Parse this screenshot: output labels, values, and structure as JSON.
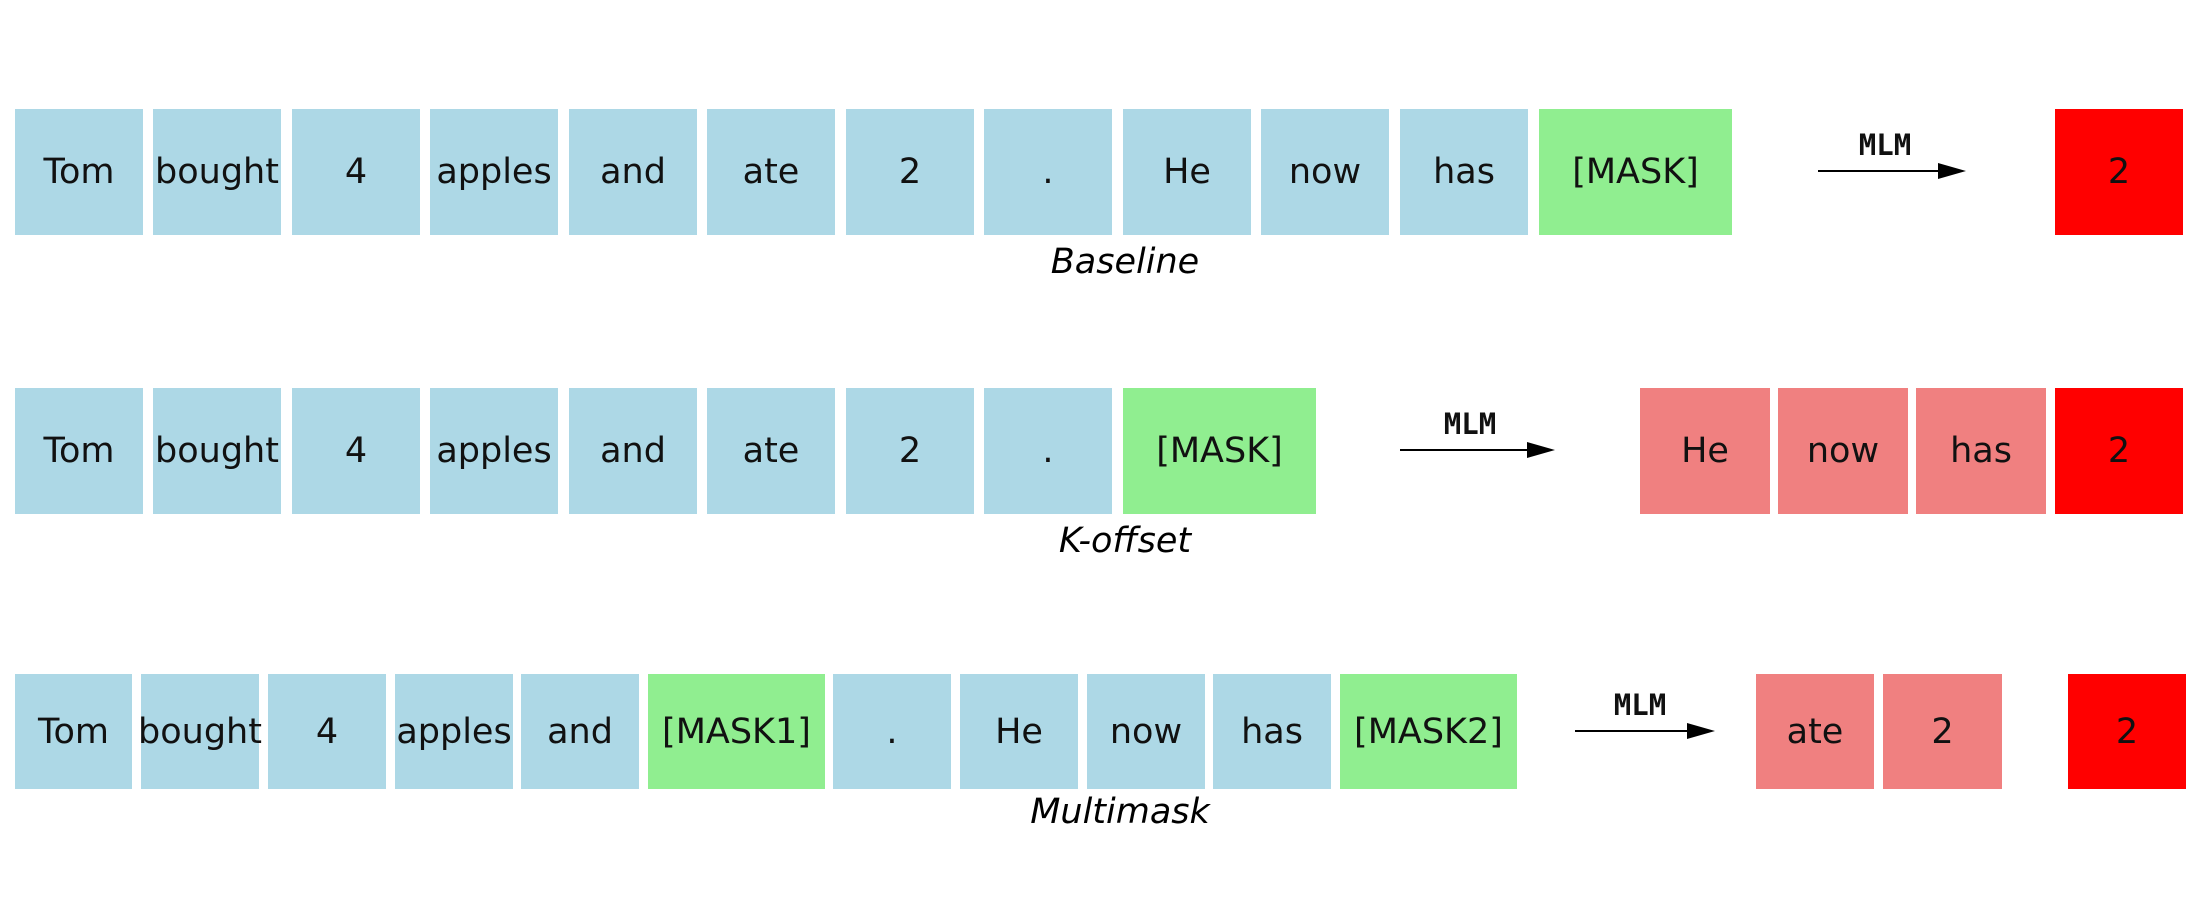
{
  "colors": {
    "context": "#add8e6",
    "mask": "#90ee90",
    "aux_target": "#f08080",
    "target": "#ff0000"
  },
  "rows": [
    {
      "caption": "Baseline",
      "arrow_label": "MLM",
      "tokens": [
        {
          "text": "Tom",
          "kind": "context"
        },
        {
          "text": "bought",
          "kind": "context"
        },
        {
          "text": "4",
          "kind": "context"
        },
        {
          "text": "apples",
          "kind": "context"
        },
        {
          "text": "and",
          "kind": "context"
        },
        {
          "text": "ate",
          "kind": "context"
        },
        {
          "text": "2",
          "kind": "context"
        },
        {
          "text": ".",
          "kind": "context"
        },
        {
          "text": "He",
          "kind": "context"
        },
        {
          "text": "now",
          "kind": "context"
        },
        {
          "text": "has",
          "kind": "context"
        },
        {
          "text": "[MASK]",
          "kind": "mask"
        }
      ],
      "outputs": [
        {
          "text": "2",
          "kind": "target"
        }
      ]
    },
    {
      "caption": "K-offset",
      "arrow_label": "MLM",
      "tokens": [
        {
          "text": "Tom",
          "kind": "context"
        },
        {
          "text": "bought",
          "kind": "context"
        },
        {
          "text": "4",
          "kind": "context"
        },
        {
          "text": "apples",
          "kind": "context"
        },
        {
          "text": "and",
          "kind": "context"
        },
        {
          "text": "ate",
          "kind": "context"
        },
        {
          "text": "2",
          "kind": "context"
        },
        {
          "text": ".",
          "kind": "context"
        },
        {
          "text": "[MASK]",
          "kind": "mask"
        }
      ],
      "outputs": [
        {
          "text": "He",
          "kind": "aux_target"
        },
        {
          "text": "now",
          "kind": "aux_target"
        },
        {
          "text": "has",
          "kind": "aux_target"
        },
        {
          "text": "2",
          "kind": "target"
        }
      ]
    },
    {
      "caption": "Multimask",
      "arrow_label": "MLM",
      "tokens": [
        {
          "text": "Tom",
          "kind": "context"
        },
        {
          "text": "bought",
          "kind": "context"
        },
        {
          "text": "4",
          "kind": "context"
        },
        {
          "text": "apples",
          "kind": "context"
        },
        {
          "text": "and",
          "kind": "context"
        },
        {
          "text": "[MASK1]",
          "kind": "mask"
        },
        {
          "text": ".",
          "kind": "context"
        },
        {
          "text": "He",
          "kind": "context"
        },
        {
          "text": "now",
          "kind": "context"
        },
        {
          "text": "has",
          "kind": "context"
        },
        {
          "text": "[MASK2]",
          "kind": "mask"
        }
      ],
      "outputs": [
        {
          "text": "ate",
          "kind": "aux_target"
        },
        {
          "text": "2",
          "kind": "aux_target"
        },
        {
          "text": "2",
          "kind": "target"
        }
      ]
    }
  ]
}
